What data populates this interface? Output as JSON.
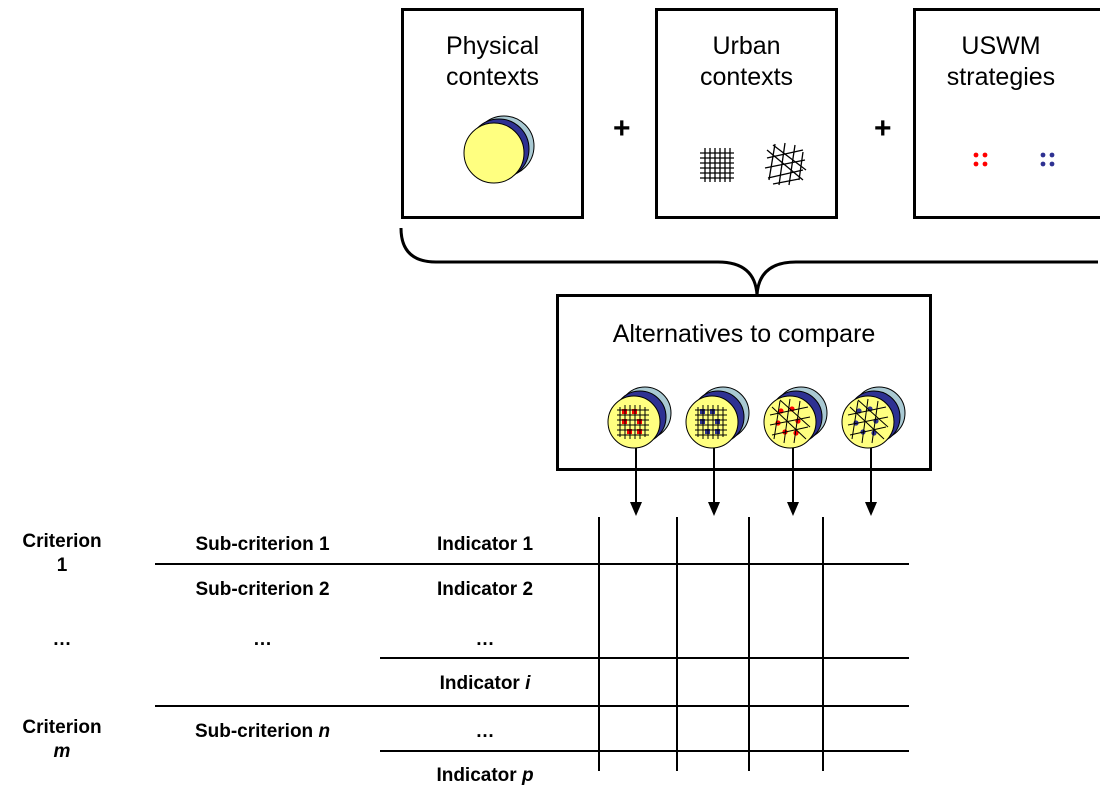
{
  "top_boxes": {
    "physical": {
      "title_line1": "Physical",
      "title_line2": "contexts"
    },
    "urban": {
      "title_line1": "Urban",
      "title_line2": "contexts"
    },
    "uswm": {
      "title_line1": "USWM",
      "title_line2": "strategies"
    }
  },
  "plus_sign": "+",
  "alternatives": {
    "title": "Alternatives to compare"
  },
  "table": {
    "criterion_1": {
      "line1": "Criterion",
      "line2": "1"
    },
    "criterion_m": {
      "line1": "Criterion",
      "line2": "m"
    },
    "ellipsis": "…",
    "sub_criteria": {
      "sub1": "Sub-criterion 1",
      "sub2": "Sub-criterion 2",
      "subn_prefix": "Sub-criterion ",
      "subn_var": "n"
    },
    "indicators": {
      "ind1": "Indicator 1",
      "ind2": "Indicator 2",
      "indi_prefix": "Indicator ",
      "indi_var": "i",
      "indp_prefix": "Indicator ",
      "indp_var": "p"
    }
  },
  "colors": {
    "disc_fill": "#ffff80",
    "disc_back1": "#2e3192",
    "disc_back2": "#a9c9d3",
    "dot_red": "#ff0000",
    "dot_blue": "#2e3192"
  }
}
